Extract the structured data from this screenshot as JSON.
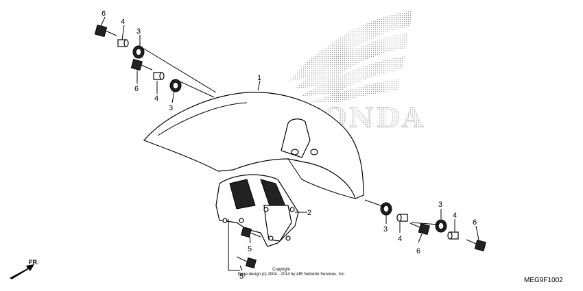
{
  "diagram": {
    "watermark_brand": "HONDA",
    "copyright_line1": "Copyright",
    "copyright_line2": "Page design (c) 2004 - 2014 by ARI Network Services, Inc.",
    "figure_code": "MEG9F1002",
    "direction_label": "FR.",
    "callouts": {
      "fender": "1",
      "stay": "2",
      "grommet_upper_left": "3",
      "grommet_mid_left": "3",
      "grommet_lower_right": "3",
      "grommet_far_right": "3",
      "collar_upper_left": "4",
      "collar_mid_left": "4",
      "collar_lower_right": "4",
      "collar_far_right": "4",
      "bolt_stay_upper": "5",
      "bolt_stay_lower": "5",
      "bolt_upper_left": "6",
      "bolt_mid_left": "6",
      "bolt_lower_right": "6",
      "bolt_far_right": "6"
    }
  },
  "colors": {
    "ink": "#000000",
    "watermark": "#bdbdbd",
    "paper": "#ffffff"
  }
}
